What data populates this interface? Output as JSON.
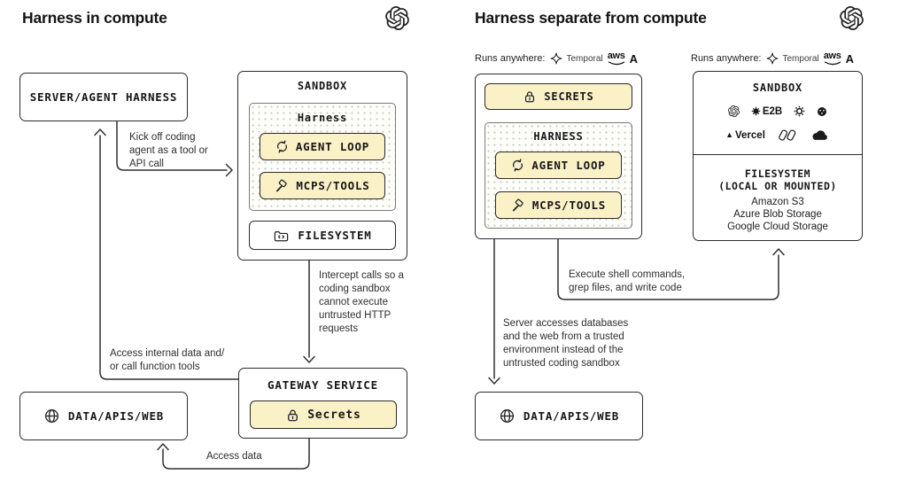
{
  "left": {
    "title": "Harness in compute",
    "server_box_label": "SERVER/AGENT HARNESS",
    "sandbox": {
      "title": "SANDBOX",
      "harness_label": "Harness",
      "agent_loop": "AGENT LOOP",
      "mcps_tools": "MCPS/TOOLS",
      "filesystem": "FILESYSTEM"
    },
    "gateway": {
      "title": "GATEWAY SERVICE",
      "secrets": "Secrets"
    },
    "data_box_label": "DATA/APIS/WEB",
    "annotations": {
      "kick_off": "Kick off coding agent as a tool or API call",
      "intercept": "Intercept calls so a coding sandbox cannot execute untrusted HTTP requests",
      "access_internal": "Access internal data and/ or call function tools",
      "access_data": "Access data"
    }
  },
  "right": {
    "title": "Harness separate from compute",
    "runs_anywhere": {
      "label": "Runs anywhere:",
      "temporal": "Temporal",
      "aws": "aws",
      "a": "A"
    },
    "harness_box": {
      "secrets": "SECRETS",
      "harness_label": "HARNESS",
      "agent_loop": "AGENT LOOP",
      "mcps_tools": "MCPS/TOOLS"
    },
    "sandbox": {
      "title": "SANDBOX",
      "e2b": "E2B",
      "vercel": "Vercel",
      "filesystem_line1": "FILESYSTEM",
      "filesystem_line2": "(LOCAL OR MOUNTED)",
      "storage": [
        "Amazon S3",
        "Azure Blob Storage",
        "Google Cloud Storage"
      ]
    },
    "data_box_label": "DATA/APIS/WEB",
    "annotations": {
      "execute_shell": "Execute shell commands, grep files, and write code",
      "server_accesses": "Server accesses databases and the web from a trusted environment instead of the untrusted coding sandbox"
    }
  },
  "icons": [
    "openai-logo",
    "temporal-icon",
    "aws-logo",
    "lock-icon",
    "refresh-icon",
    "hammer-icon",
    "folder-code-icon",
    "globe-icon",
    "gear-icon",
    "e2b-icon",
    "dark-sphere-icon",
    "vercel-logo",
    "parallelograms-icon",
    "cloud-icon"
  ],
  "colors": {
    "accent_fill": "#FAF1C7",
    "border": "#2B2B2B",
    "background": "#FFFFFF",
    "text": "#161616"
  }
}
